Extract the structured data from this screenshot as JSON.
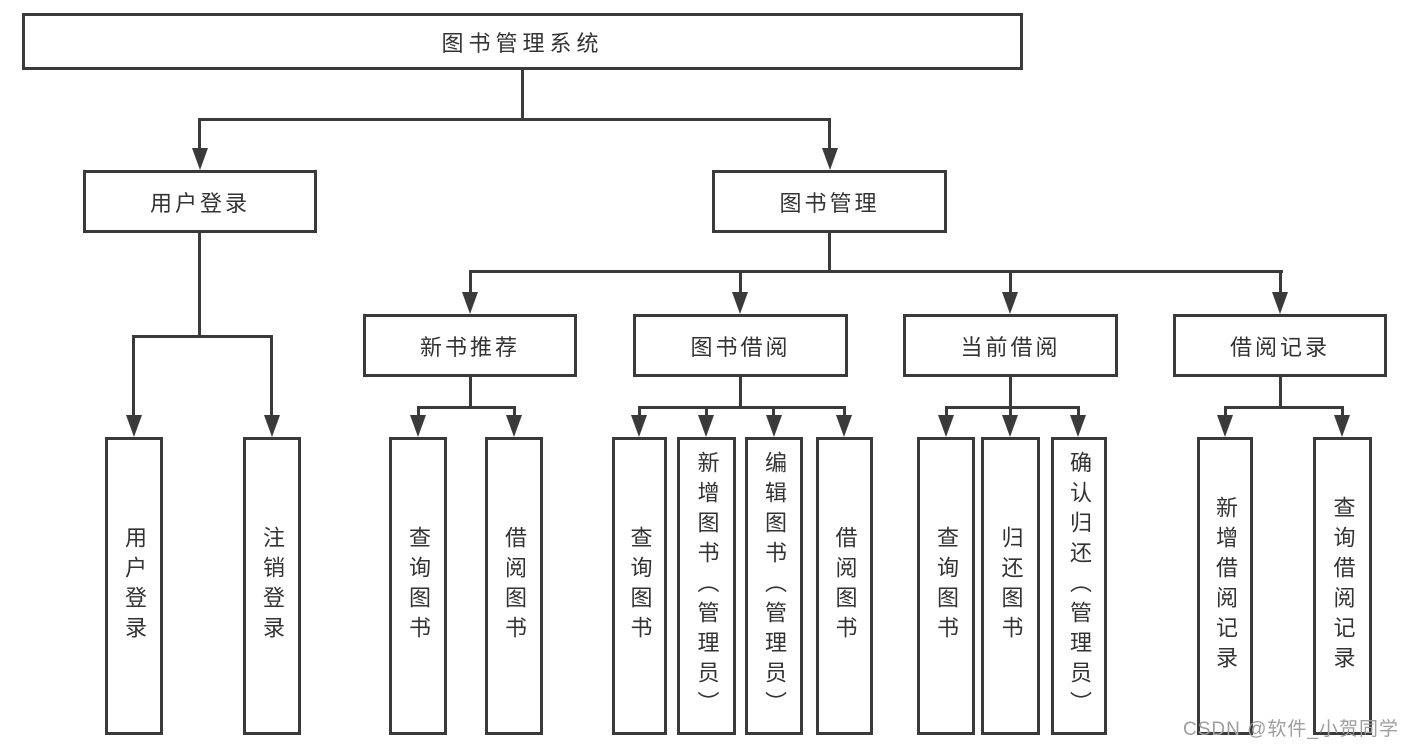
{
  "title": "图书管理系统",
  "colors": {
    "line": "#3a3a3a",
    "box_border": "#3a3a3a",
    "text": "#333333",
    "background": "#ffffff",
    "watermark": "#9e9e9e"
  },
  "watermark": {
    "text": "CSDN @软件_小贺同学"
  },
  "tree": {
    "label": "图书管理系统",
    "children": [
      {
        "label": "用户登录",
        "children": [
          {
            "label": "用户登录"
          },
          {
            "label": "注销登录"
          }
        ]
      },
      {
        "label": "图书管理",
        "children": [
          {
            "label": "新书推荐",
            "children": [
              {
                "label": "查询图书"
              },
              {
                "label": "借阅图书"
              }
            ]
          },
          {
            "label": "图书借阅",
            "children": [
              {
                "label": "查询图书"
              },
              {
                "label": "新增图书（管理员）"
              },
              {
                "label": "编辑图书（管理员）"
              },
              {
                "label": "借阅图书"
              }
            ]
          },
          {
            "label": "当前借阅",
            "children": [
              {
                "label": "查询图书"
              },
              {
                "label": "归还图书"
              },
              {
                "label": "确认归还（管理员）"
              }
            ]
          },
          {
            "label": "借阅记录",
            "children": [
              {
                "label": "新增借阅记录"
              },
              {
                "label": "查询借阅记录"
              }
            ]
          }
        ]
      }
    ]
  }
}
